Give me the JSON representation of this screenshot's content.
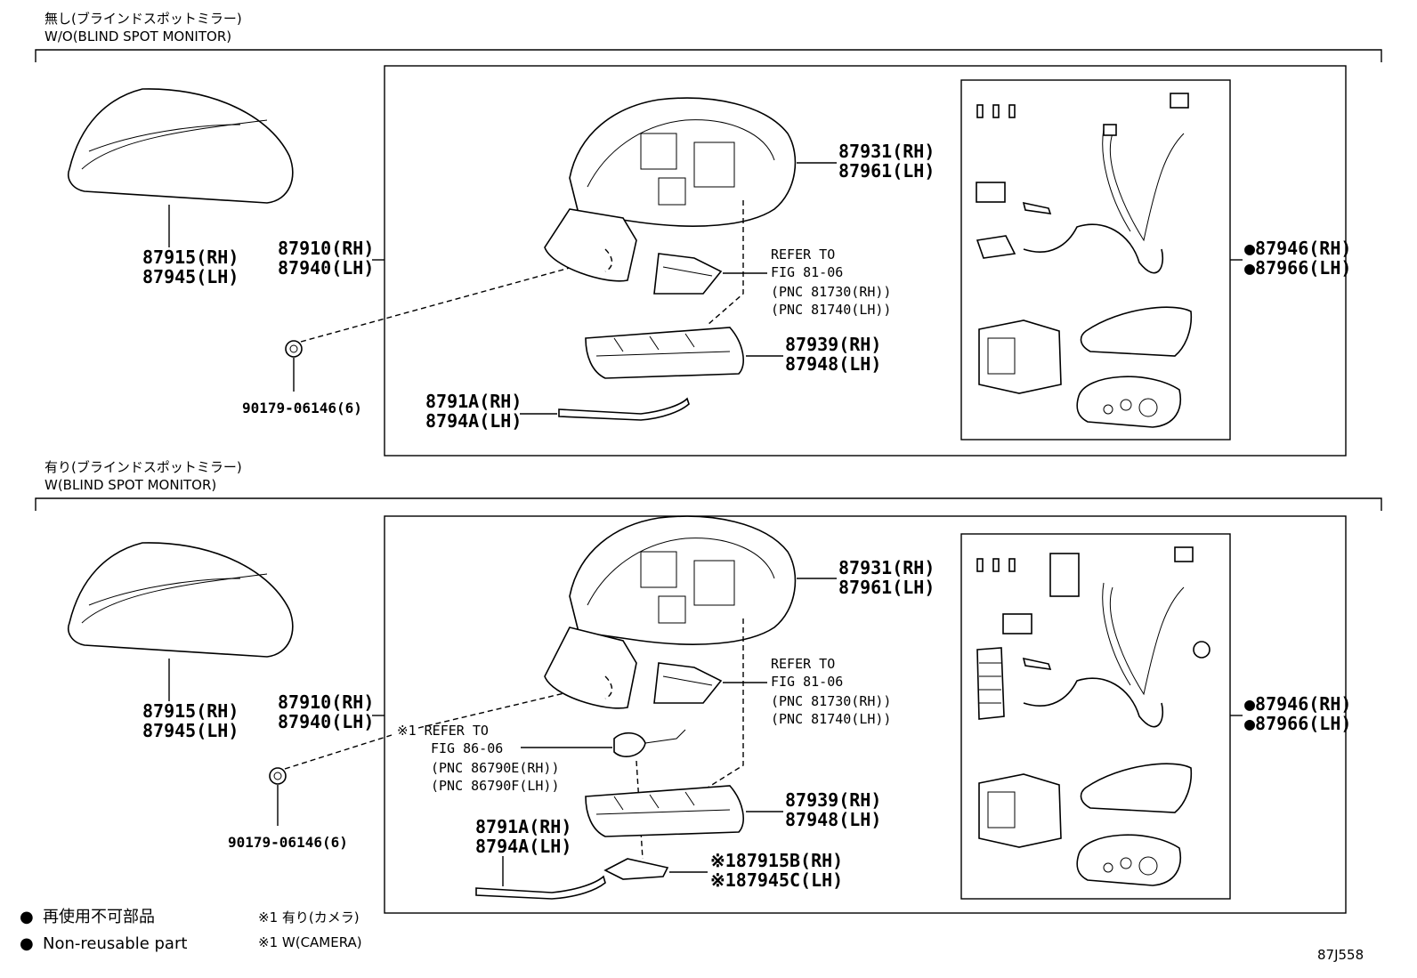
{
  "sections": [
    {
      "header_jp": "無し(ブラインドスポットミラー)",
      "header_en": "W/O(BLIND SPOT MONITOR)",
      "cover_rh": "87915(RH)",
      "cover_lh": "87945(LH)",
      "mirror_rh": "87910(RH)",
      "mirror_lh": "87940(LH)",
      "clip": "90179-06146(6)",
      "housing_rh": "87931(RH)",
      "housing_lh": "87961(LH)",
      "refer_label": "REFER TO",
      "refer_fig": "FIG 81-06",
      "refer_pnc_rh": "(PNC 81730(RH))",
      "refer_pnc_lh": "(PNC 81740(LH))",
      "lamp_rh": "87939(RH)",
      "lamp_lh": "87948(LH)",
      "garnish_rh": "8791A(RH)",
      "garnish_lh": "8794A(LH)",
      "kit_rh": "●87946(RH)",
      "kit_lh": "●87966(LH)"
    },
    {
      "header_jp": "有り(ブラインドスポットミラー)",
      "header_en": "W(BLIND SPOT MONITOR)",
      "cover_rh": "87915(RH)",
      "cover_lh": "87945(LH)",
      "mirror_rh": "87910(RH)",
      "mirror_lh": "87940(LH)",
      "clip": "90179-06146(6)",
      "housing_rh": "87931(RH)",
      "housing_lh": "87961(LH)",
      "refer_label": "REFER TO",
      "refer_fig": "FIG 81-06",
      "refer_pnc_rh": "(PNC 81730(RH))",
      "refer_pnc_lh": "(PNC 81740(LH))",
      "camera_refer_label": "※1 REFER TO",
      "camera_refer_fig": "FIG 86-06",
      "camera_pnc_rh": "(PNC 86790E(RH))",
      "camera_pnc_lh": "(PNC 86790F(LH))",
      "lamp_rh": "87939(RH)",
      "lamp_lh": "87948(LH)",
      "garnish_rh": "8791A(RH)",
      "garnish_lh": "8794A(LH)",
      "cam_cover_rh": "※187915B(RH)",
      "cam_cover_lh": "※187945C(LH)",
      "kit_rh": "●87946(RH)",
      "kit_lh": "●87966(LH)"
    }
  ],
  "legend": {
    "bullet": "●",
    "jp": "再使用不可部品",
    "en": "Non-reusable part",
    "note_jp": "※1 有り(カメラ)",
    "note_en": "※1 W(CAMERA)"
  },
  "figure_id": "87J558"
}
